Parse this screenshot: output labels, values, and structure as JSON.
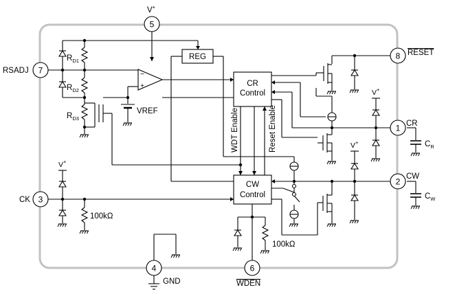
{
  "pins": [
    {
      "num": "1",
      "name": "CR"
    },
    {
      "num": "2",
      "name": "CW"
    },
    {
      "num": "3",
      "name": "CK"
    },
    {
      "num": "4",
      "name": "GND"
    },
    {
      "num": "5",
      "name": "V"
    },
    {
      "num": "6",
      "name": "WDEN"
    },
    {
      "num": "7",
      "name": "RSADJ"
    },
    {
      "num": "8",
      "name": "RESET"
    }
  ],
  "supply": {
    "label": "V",
    "sup": "+"
  },
  "blocks": {
    "reg": "REG",
    "cr_line1": "CR",
    "cr_line2": "Control",
    "cw_line1": "CW",
    "cw_line2": "Control"
  },
  "components": {
    "rd1": "R",
    "rd1_sub": "D1",
    "rd2": "R",
    "rd2_sub": "D2",
    "rd3": "R",
    "rd3_sub": "D3",
    "vref": "VREF",
    "res_ck": "100kΩ",
    "res_wden": "100kΩ",
    "cap_cr": "C",
    "cap_cr_sub": "R",
    "cap_cw": "C",
    "cap_cw_sub": "W"
  },
  "signals": {
    "wdt_enable": "WDT Enable",
    "reset_enable": "Reset Enable"
  },
  "comparator": {
    "minus": "−",
    "plus": "+"
  }
}
